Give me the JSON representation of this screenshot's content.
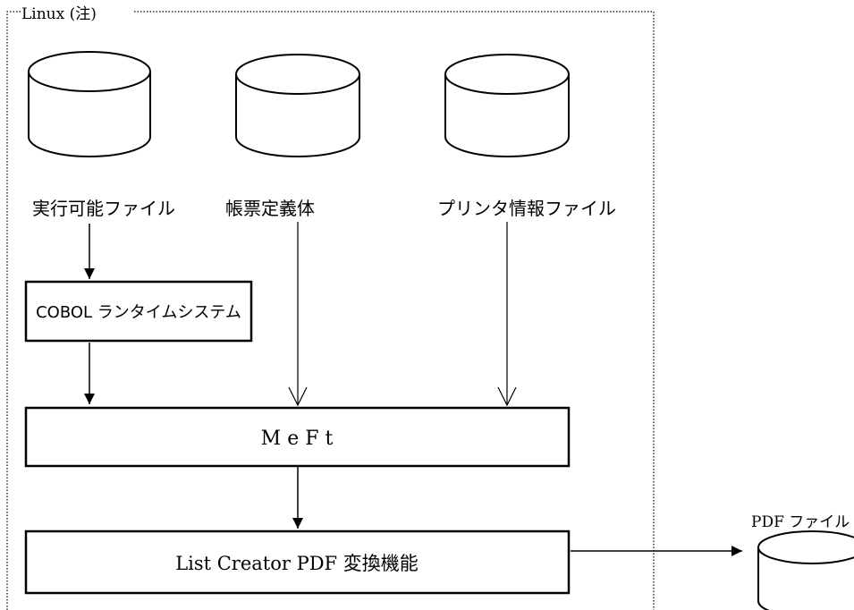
{
  "region": {
    "label": "Linux (注)"
  },
  "inputs": [
    {
      "label": "実行可能ファイル"
    },
    {
      "label": "帳票定義体"
    },
    {
      "label": "プリンタ情報ファイル"
    }
  ],
  "runtime": {
    "label": "COBOL ランタイムシステム"
  },
  "meft": {
    "label": "M e F t"
  },
  "converter": {
    "label": "List Creator PDF 変換機能"
  },
  "output": {
    "label": "PDF ファイル"
  }
}
